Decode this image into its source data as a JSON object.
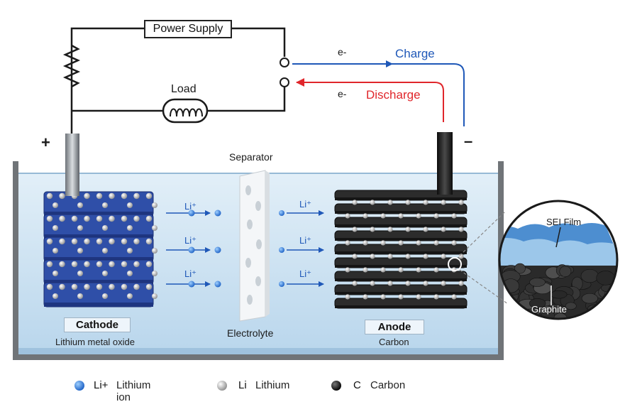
{
  "circuit": {
    "power_supply": "Power Supply",
    "load": "Load",
    "electron_top": "e-",
    "electron_bottom": "e-",
    "charge": "Charge",
    "discharge": "Discharge",
    "plus": "+",
    "minus": "–"
  },
  "cell": {
    "separator": "Separator",
    "electrolyte": "Electrolyte",
    "cathode": {
      "title": "Cathode",
      "subtitle": "Lithium metal oxide"
    },
    "anode": {
      "title": "Anode",
      "subtitle": "Carbon"
    },
    "ion_labels_left": [
      "Li⁺",
      "Li⁺",
      "Li⁺"
    ],
    "ion_labels_right": [
      "Li⁺",
      "Li⁺",
      "Li⁺"
    ]
  },
  "inset": {
    "sei_film": "SEI Film",
    "graphite": "Graphite"
  },
  "legend": [
    {
      "symbol": "Li+",
      "text": "Lithium ion",
      "color": "#1e6fd9"
    },
    {
      "symbol": "Li",
      "text": "Lithium",
      "color": "#bdbdbd"
    },
    {
      "symbol": "C",
      "text": "Carbon",
      "color": "#111111"
    }
  ],
  "colors": {
    "charge": "#1f58b8",
    "discharge": "#e0262b",
    "cathode": "#2f4fa8",
    "anode": "#2c2c2c",
    "electrolyte": "#cfe4f3"
  }
}
